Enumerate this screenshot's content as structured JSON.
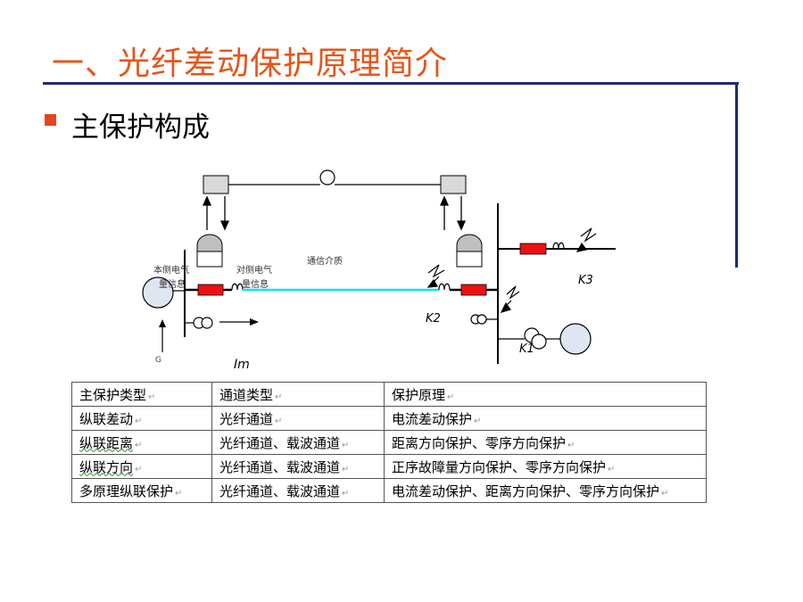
{
  "title": "一、光纤差动保护原理简介",
  "bullet": "主保护构成",
  "diagram": {
    "label_comm_medium": "通信介质",
    "label_local_info_1": "本侧电气",
    "label_local_info_2": "量信息",
    "label_remote_info_1": "对侧电气",
    "label_remote_info_2": "量信息",
    "label_k1": "K1",
    "label_k2": "K2",
    "label_k3": "K3",
    "label_g": "G",
    "label_im": "Im",
    "colors": {
      "line": "#000000",
      "fiber": "#00e5ee",
      "breaker": "#ee1111",
      "box": "#d9d9d9"
    }
  },
  "table": {
    "headers": [
      "主保护类型",
      "通道类型",
      "保护原理"
    ],
    "rows": [
      [
        "纵联差动",
        "光纤通道",
        "电流差动保护"
      ],
      [
        "纵联距离",
        "光纤通道、载波通道",
        "距离方向保护、零序方向保护"
      ],
      [
        "纵联方向",
        "光纤通道、载波通道",
        "正序故障量方向保护、零序方向保护"
      ],
      [
        "多原理纵联保护",
        "光纤通道、载波通道",
        "电流差动保护、距离方向保护、零序方向保护"
      ]
    ],
    "cell_mark": "↵"
  }
}
